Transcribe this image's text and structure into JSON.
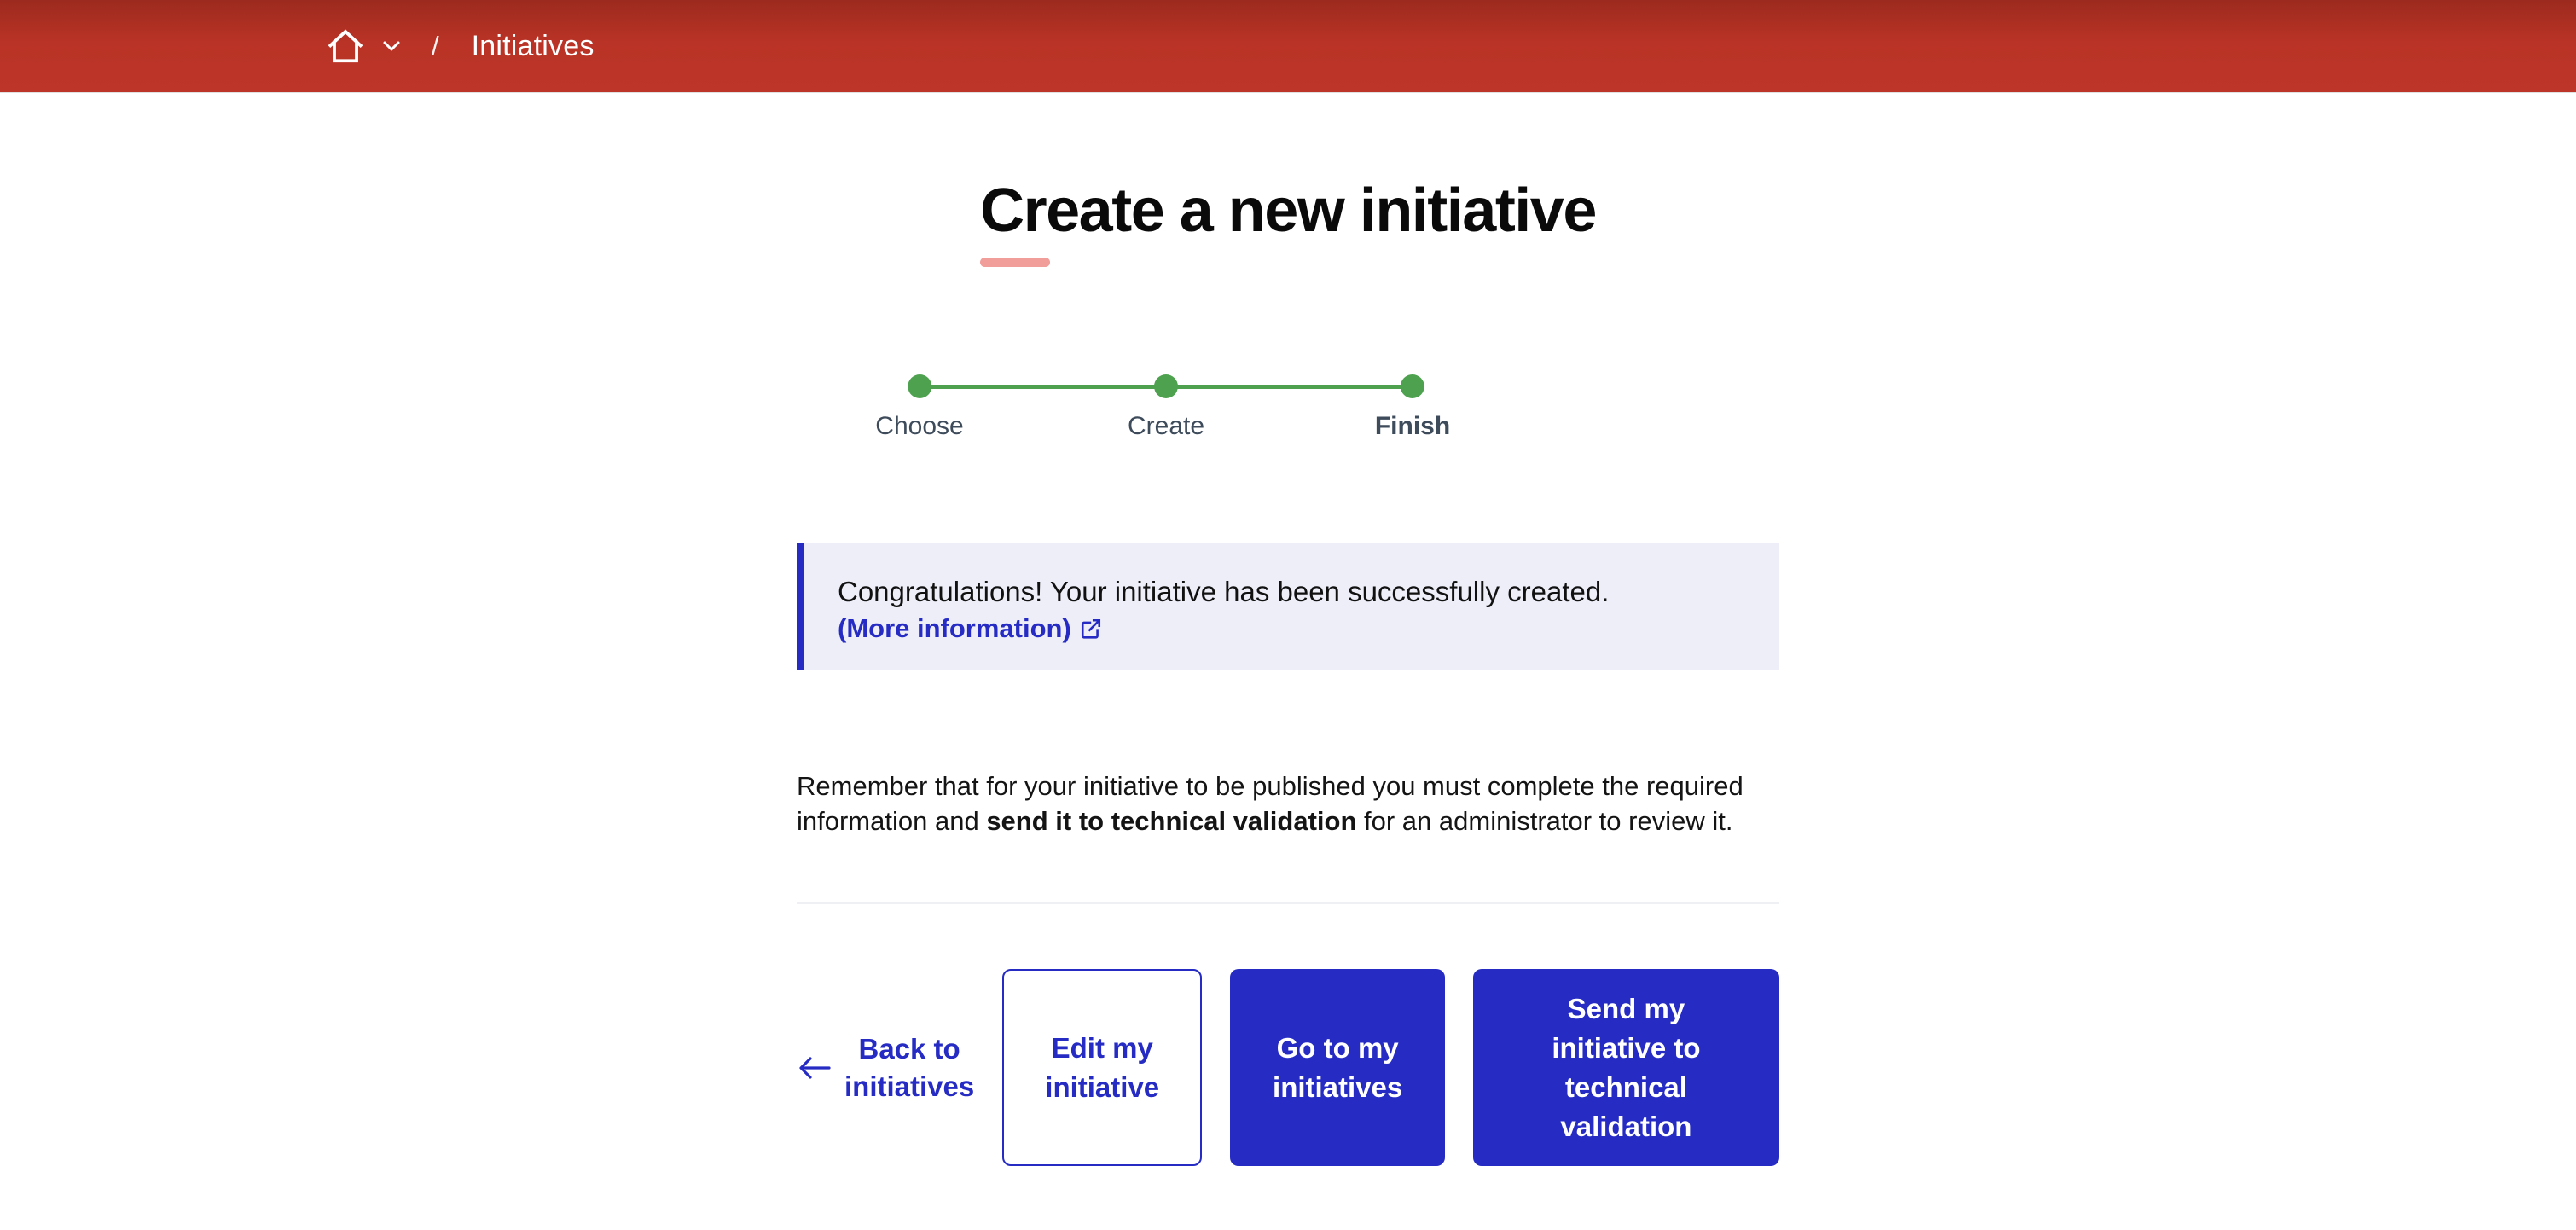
{
  "header": {
    "breadcrumb": {
      "separator": "/",
      "current": "Initiatives"
    }
  },
  "page": {
    "title": "Create a new initiative"
  },
  "stepper": {
    "steps": [
      {
        "label": "Choose",
        "state": "done"
      },
      {
        "label": "Create",
        "state": "done"
      },
      {
        "label": "Finish",
        "state": "current"
      }
    ]
  },
  "callout": {
    "message": "Congratulations! Your initiative has been successfully created.",
    "link_label": "(More information)"
  },
  "note": {
    "text_before": "Remember that for your initiative to be published you must complete the required information and ",
    "text_bold": "send it to technical validation",
    "text_after": " for an administrator to review it."
  },
  "actions": {
    "back_label": "Back to initiatives",
    "buttons": [
      {
        "label": "Edit my initiative",
        "variant": "outline"
      },
      {
        "label": "Go to my initiatives",
        "variant": "solid"
      },
      {
        "label": "Send my initiative to technical validation",
        "variant": "solid"
      }
    ]
  },
  "colors": {
    "header_red": "#b93326",
    "accent_blue": "#262cc3",
    "step_green": "#4ea24f",
    "title_underline_pink": "#f19d9a",
    "callout_background": "#edeef8"
  }
}
